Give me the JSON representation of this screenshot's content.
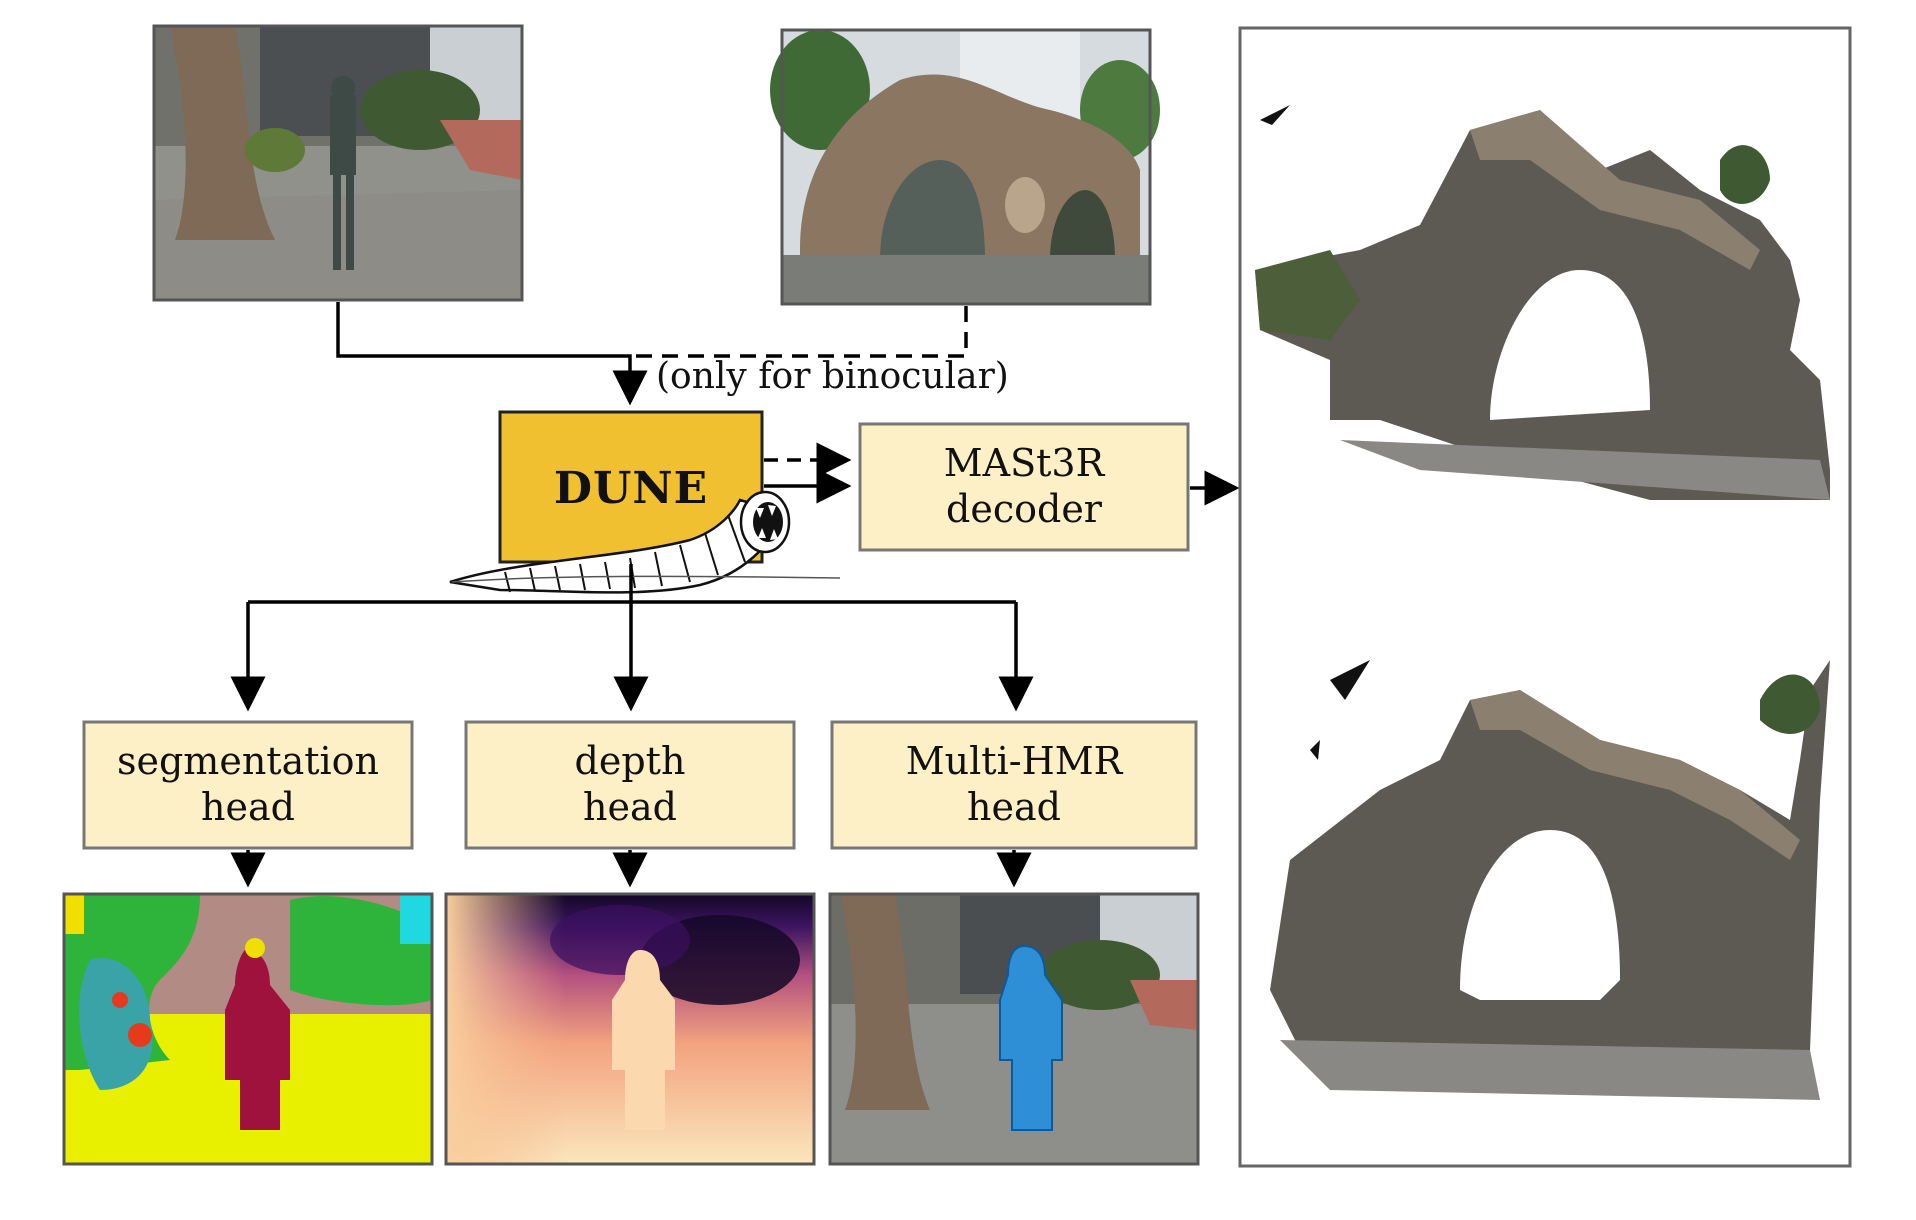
{
  "encoder": {
    "label": "DUNE",
    "mascot": "sandworm-icon"
  },
  "decoder_box": {
    "line1": "MASt3R",
    "line2": "decoder"
  },
  "binocular_note": "(only for binocular)",
  "heads": [
    {
      "line1": "segmentation",
      "line2": "head"
    },
    {
      "line1": "depth",
      "line2": "head"
    },
    {
      "line1": "Multi-HMR",
      "line2": "head"
    }
  ],
  "colors": {
    "encoder_fill": "#f0c030",
    "box_fill": "#fdefc6",
    "box_stroke": "#777777",
    "frame_stroke": "#666666",
    "arrow": "#000000"
  }
}
